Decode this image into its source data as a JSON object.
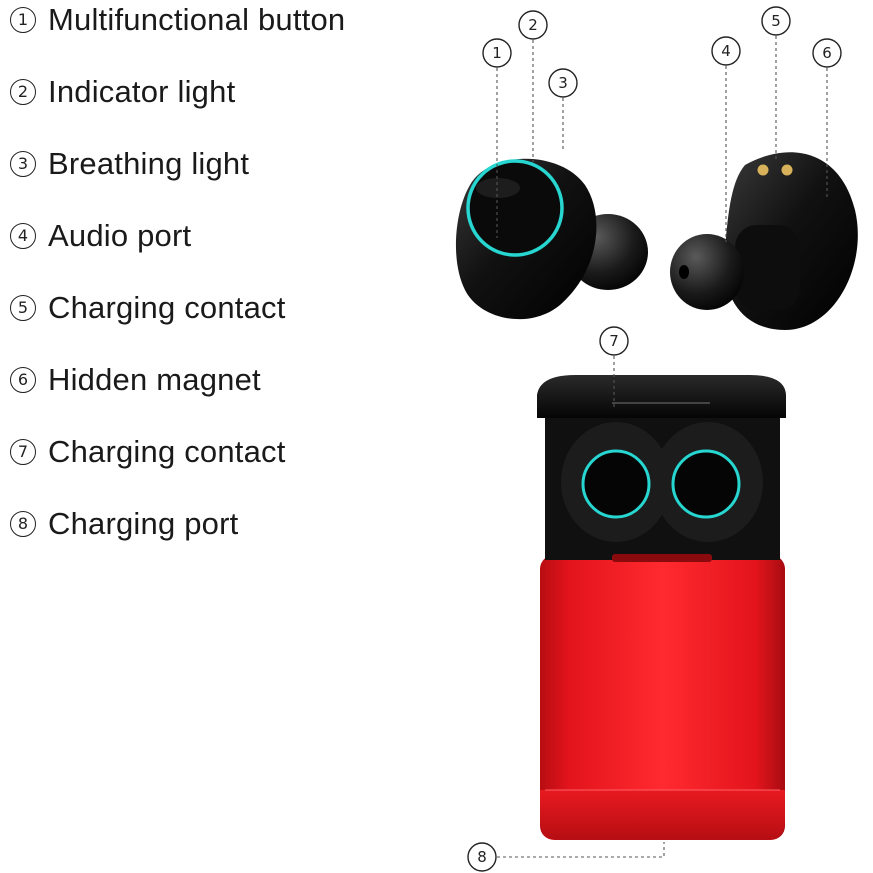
{
  "legend": [
    {
      "num": "1",
      "label": "Multifunctional button"
    },
    {
      "num": "2",
      "label": "Indicator light"
    },
    {
      "num": "3",
      "label": "Breathing light"
    },
    {
      "num": "4",
      "label": "Audio port"
    },
    {
      "num": "5",
      "label": "Charging contact"
    },
    {
      "num": "6",
      "label": "Hidden magnet"
    },
    {
      "num": "7",
      "label": "Charging contact"
    },
    {
      "num": "8",
      "label": "Charging port"
    }
  ],
  "callouts": [
    "1",
    "2",
    "3",
    "4",
    "5",
    "6",
    "7",
    "8"
  ],
  "colors": {
    "case_red": "#e3141c",
    "case_red_dark": "#a80c11",
    "earbud_black": "#111111",
    "led_cyan": "#27d6d0"
  }
}
